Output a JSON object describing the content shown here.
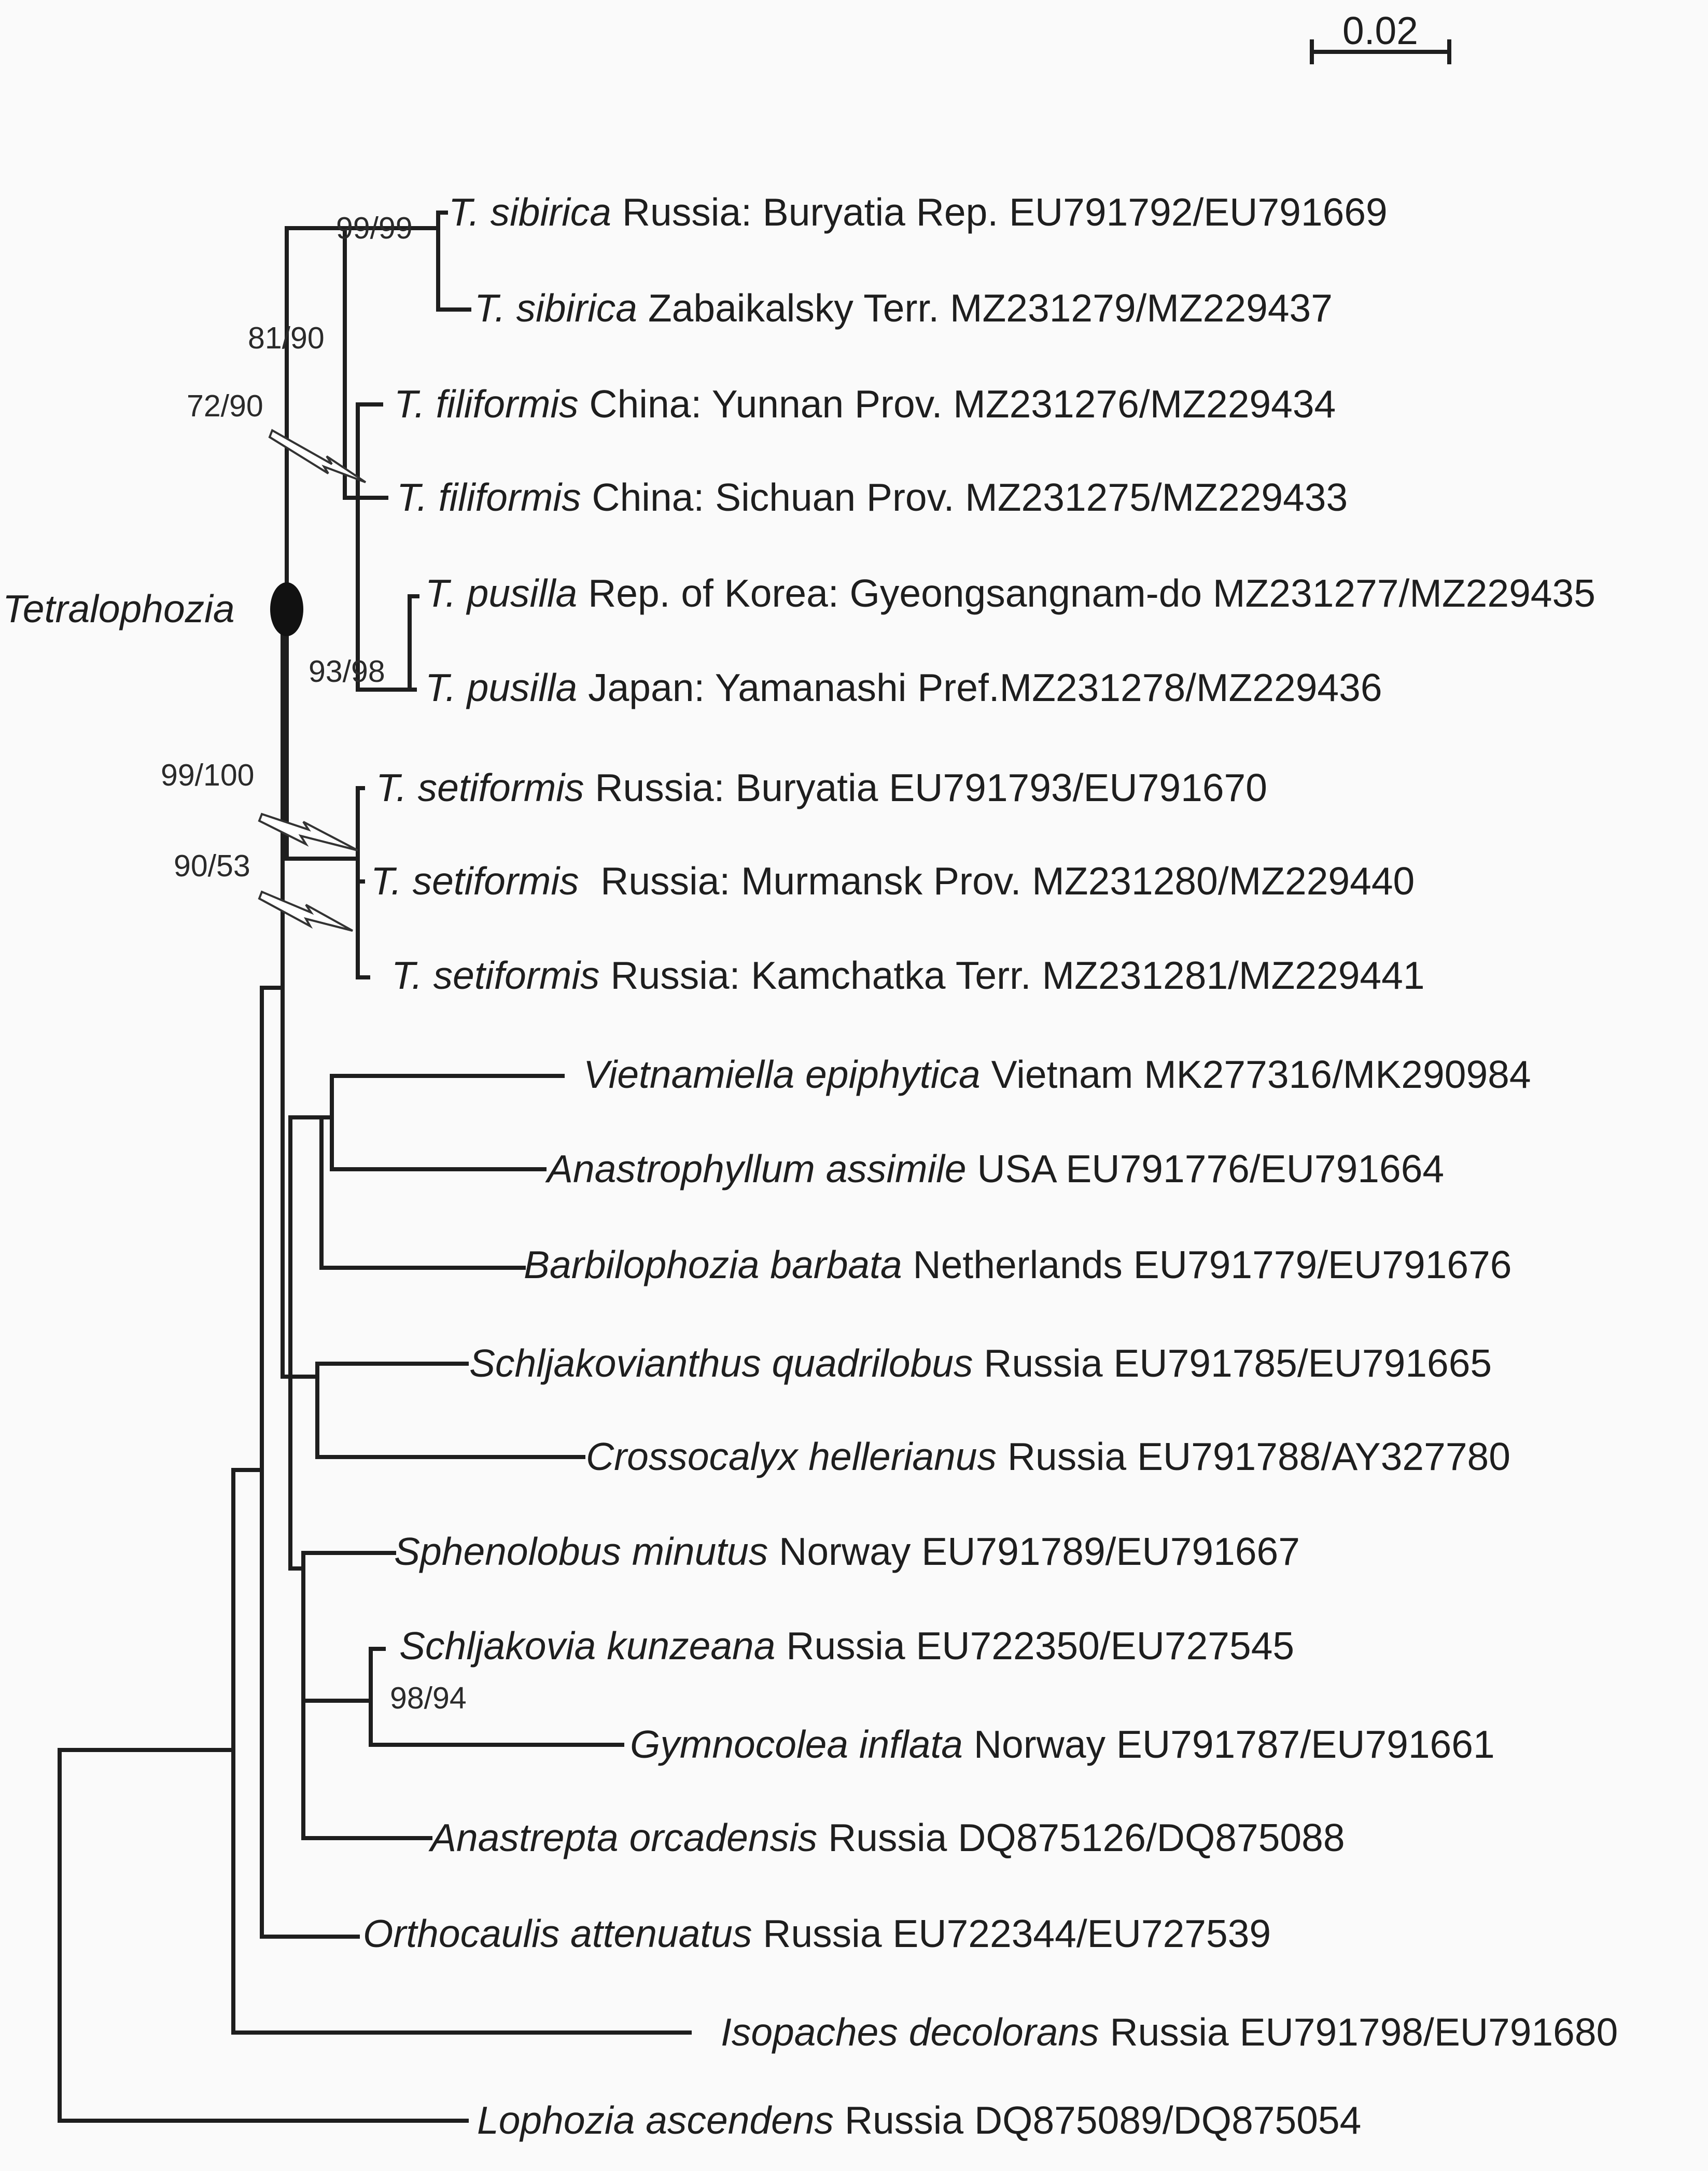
{
  "scale_bar": {
    "label": "0.02"
  },
  "clade": {
    "name": "Tetralophozia"
  },
  "support": {
    "sibirica": "99/99",
    "sib_fil_pus": "81/90",
    "filiformis": "72/90",
    "pusilla": "93/98",
    "setiformis": "99/100",
    "setiformis_inner": "90/53",
    "schljakovia_gymnocolea": "98/94"
  },
  "taxa": [
    {
      "species": "T. sibirica",
      "rest": " Russia: Buryatia Rep. EU791792/EU791669"
    },
    {
      "species": "T. sibirica",
      "rest": " Zabaikalsky Terr. MZ231279/MZ229437"
    },
    {
      "species": "T. filiformis",
      "rest": " China: Yunnan Prov. MZ231276/MZ229434"
    },
    {
      "species": "T. filiformis",
      "rest": " China: Sichuan Prov. MZ231275/MZ229433"
    },
    {
      "species": "T. pusilla",
      "rest": " Rep. of Korea: Gyeongsangnam-do MZ231277/MZ229435"
    },
    {
      "species": "T. pusilla",
      "rest": " Japan: Yamanashi Pref.MZ231278/MZ229436"
    },
    {
      "species": "T. setiformis",
      "rest": " Russia: Buryatia EU791793/EU791670"
    },
    {
      "species": "T. setiformis",
      "rest": "  Russia: Murmansk Prov. MZ231280/MZ229440"
    },
    {
      "species": "T. setiformis",
      "rest": " Russia: Kamchatka Terr. MZ231281/MZ229441"
    },
    {
      "species": "Vietnamiella epiphytica",
      "rest": " Vietnam MK277316/MK290984"
    },
    {
      "species": "Anastrophyllum assimile",
      "rest": " USA EU791776/EU791664"
    },
    {
      "species": "Barbilophozia barbata",
      "rest": " Netherlands EU791779/EU791676"
    },
    {
      "species": "Schljakovianthus quadrilobus",
      "rest": " Russia EU791785/EU791665"
    },
    {
      "species": "Crossocalyx hellerianus",
      "rest": " Russia EU791788/AY327780"
    },
    {
      "species": "Sphenolobus minutus",
      "rest": " Norway EU791789/EU791667"
    },
    {
      "species": "Schljakovia kunzeana",
      "rest": " Russia EU722350/EU727545"
    },
    {
      "species": "Gymnocolea inflata",
      "rest": " Norway EU791787/EU791661"
    },
    {
      "species": "Anastrepta orcadensis",
      "rest": " Russia DQ875126/DQ875088"
    },
    {
      "species": "Orthocaulis attenuatus",
      "rest": " Russia EU722344/EU727539"
    },
    {
      "species": "Isopaches decolorans",
      "rest": " Russia EU791798/EU791680"
    },
    {
      "species": "Lophozia ascendens",
      "rest": " Russia DQ875089/DQ875054"
    }
  ]
}
